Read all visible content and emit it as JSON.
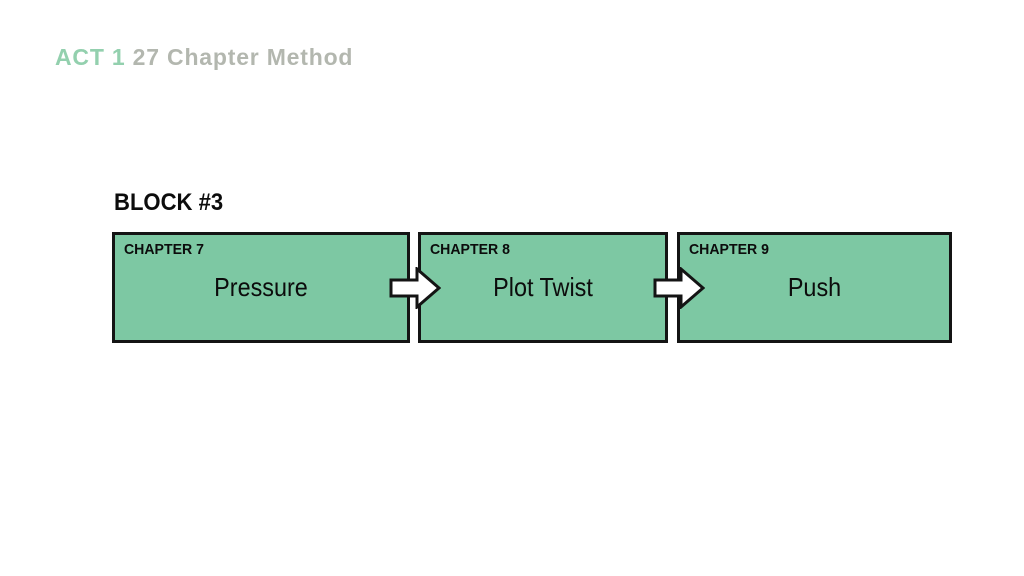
{
  "slide": {
    "title": {
      "accent": "ACT 1 ",
      "rest": "27 Chapter Method"
    },
    "block_label": "BLOCK #3",
    "chapters": [
      {
        "label": "CHAPTER 7",
        "name": "Pressure"
      },
      {
        "label": "CHAPTER 8",
        "name": "Plot Twist"
      },
      {
        "label": "CHAPTER 9",
        "name": "Push"
      }
    ],
    "arrows": [
      {
        "name": "arrow-chapter7-to-chapter8",
        "direction": "right"
      },
      {
        "name": "arrow-chapter8-to-chapter9",
        "direction": "right"
      }
    ],
    "colors": {
      "background": "#ffffff",
      "box_fill": "#7dc8a3",
      "box_border": "#141414",
      "title_accent": "#93d0ae",
      "title_gray": "#b3b7af",
      "text": "#0c0c0c",
      "arrow_fill": "#ffffff",
      "arrow_stroke": "#141414"
    }
  }
}
